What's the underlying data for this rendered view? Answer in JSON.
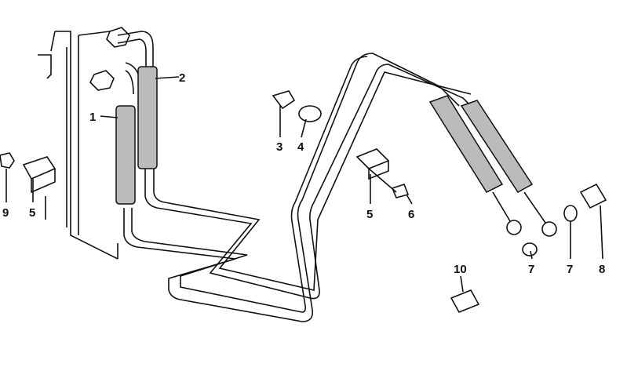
{
  "diagram": {
    "labels": [
      {
        "id": "p1",
        "text": "1"
      },
      {
        "id": "p2",
        "text": "2"
      },
      {
        "id": "p3",
        "text": "3"
      },
      {
        "id": "p4",
        "text": "4"
      },
      {
        "id": "p5a",
        "text": "5"
      },
      {
        "id": "p5b",
        "text": "5"
      },
      {
        "id": "p6",
        "text": "6"
      },
      {
        "id": "p7a",
        "text": "7"
      },
      {
        "id": "p7b",
        "text": "7"
      },
      {
        "id": "p8",
        "text": "8"
      },
      {
        "id": "p9",
        "text": "9"
      },
      {
        "id": "p10",
        "text": "10"
      }
    ]
  }
}
